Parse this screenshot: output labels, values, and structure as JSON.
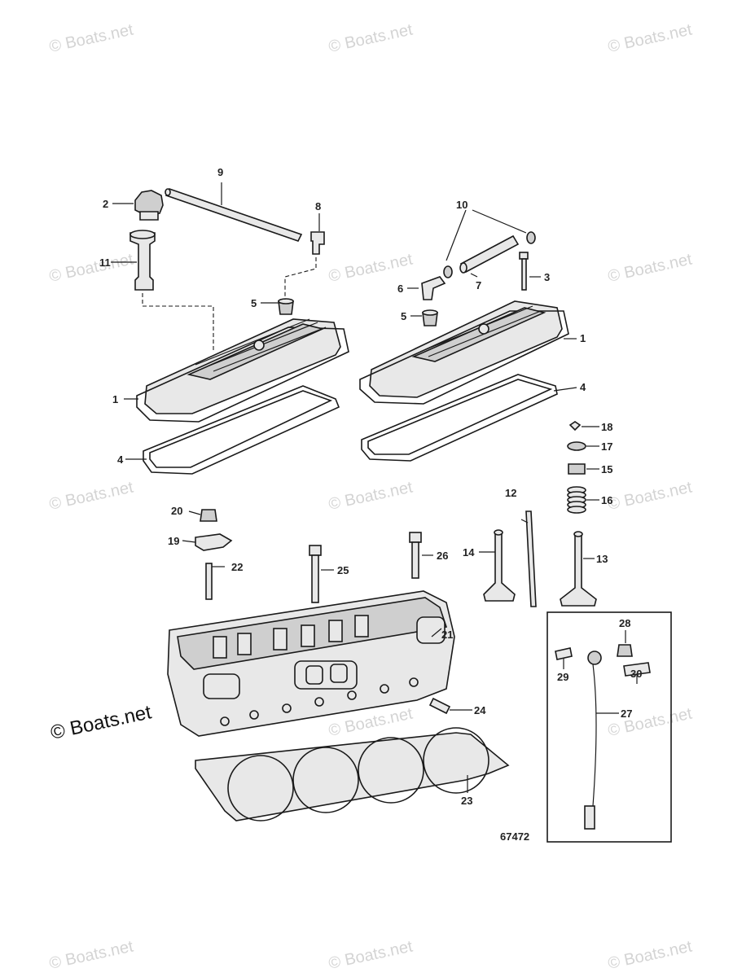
{
  "watermark": "© Boats.net",
  "watermark_main": "© Boats.net",
  "figure_number": "67472",
  "callouts": [
    "1",
    "1",
    "2",
    "3",
    "4",
    "4",
    "5",
    "5",
    "6",
    "7",
    "8",
    "9",
    "10",
    "11",
    "12",
    "13",
    "14",
    "15",
    "16",
    "17",
    "18",
    "19",
    "20",
    "21",
    "22",
    "23",
    "24",
    "25",
    "26",
    "27",
    "28",
    "29",
    "30"
  ]
}
